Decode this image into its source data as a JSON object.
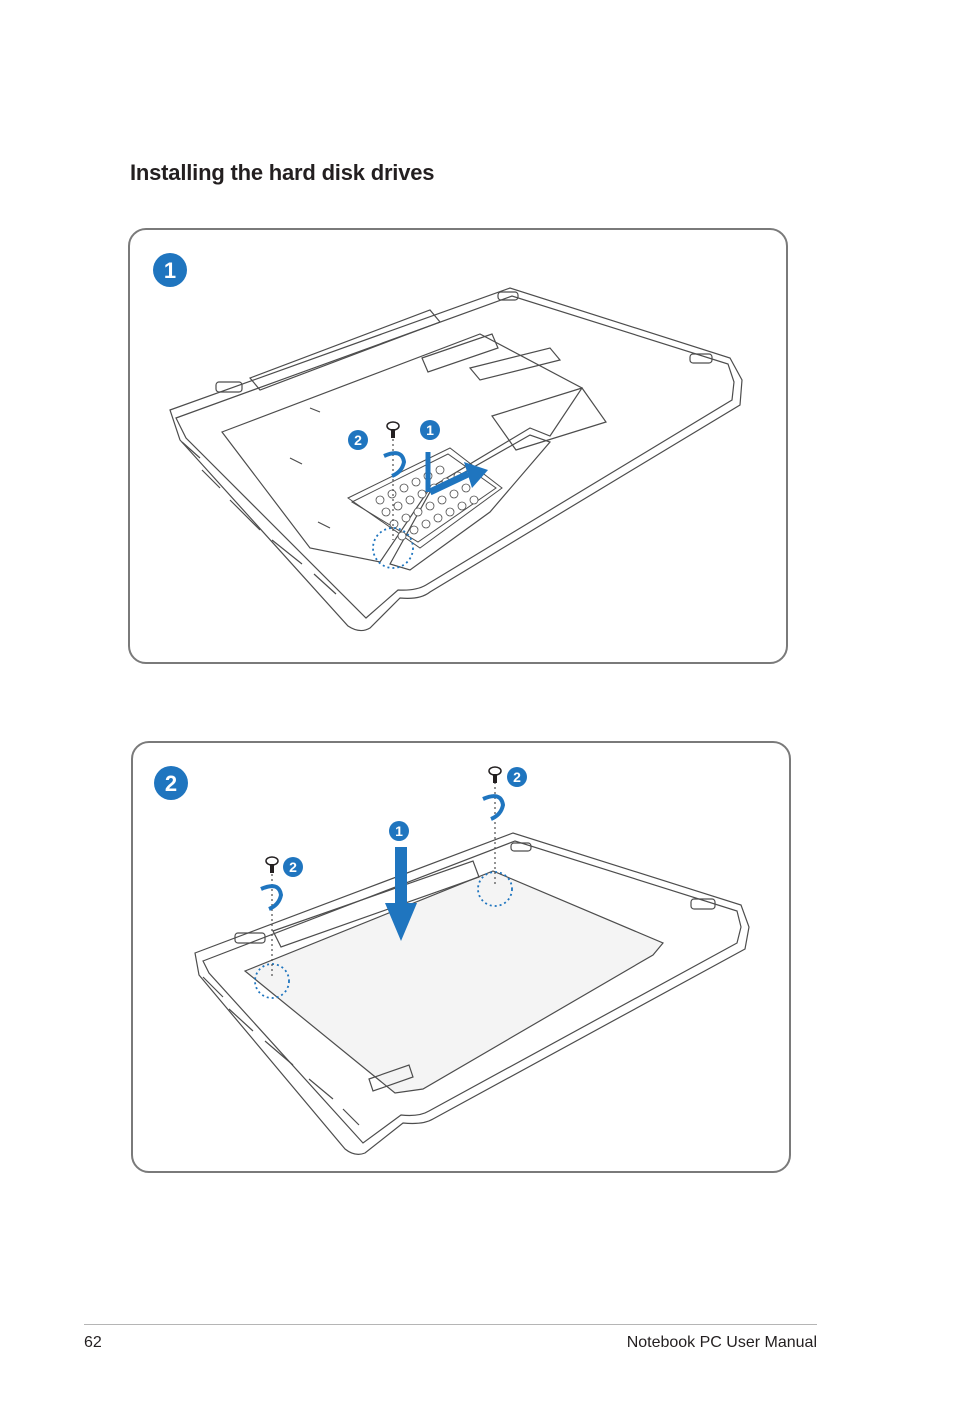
{
  "heading": "Installing the hard disk drives",
  "steps": [
    {
      "number": "1",
      "callouts": [
        "2",
        "1"
      ]
    },
    {
      "number": "2",
      "callouts": [
        "1",
        "2",
        "2"
      ]
    }
  ],
  "footer": {
    "page_number": "62",
    "manual_title": "Notebook PC User Manual"
  },
  "colors": {
    "accent_blue": "#1f75bf",
    "line_gray": "#4d4d4d",
    "frame_gray": "#7a7a7a"
  }
}
